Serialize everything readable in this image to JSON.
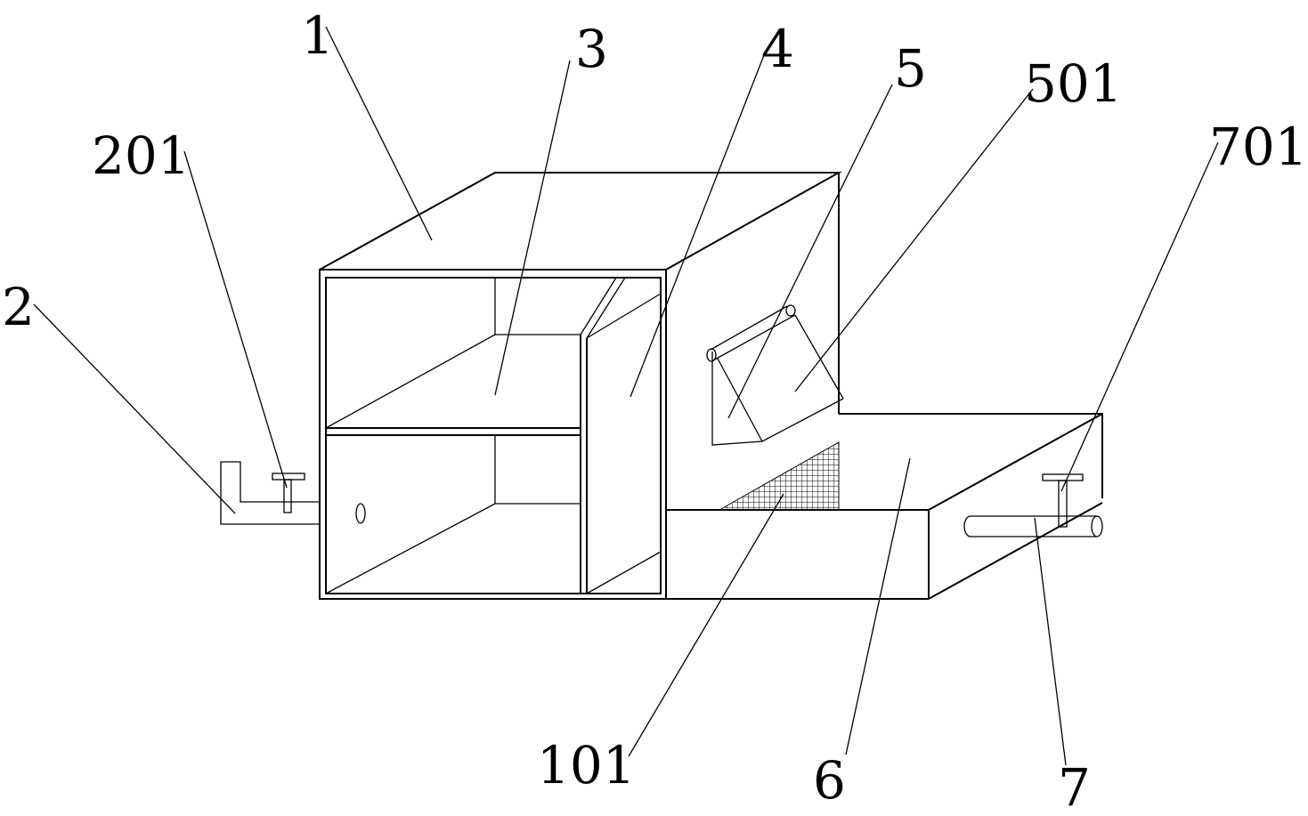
{
  "labels": {
    "l1": "1",
    "l3": "3",
    "l4": "4",
    "l5": "5",
    "l501": "501",
    "l201": "201",
    "l701": "701",
    "l2": "2",
    "l101": "101",
    "l6": "6",
    "l7": "7"
  }
}
